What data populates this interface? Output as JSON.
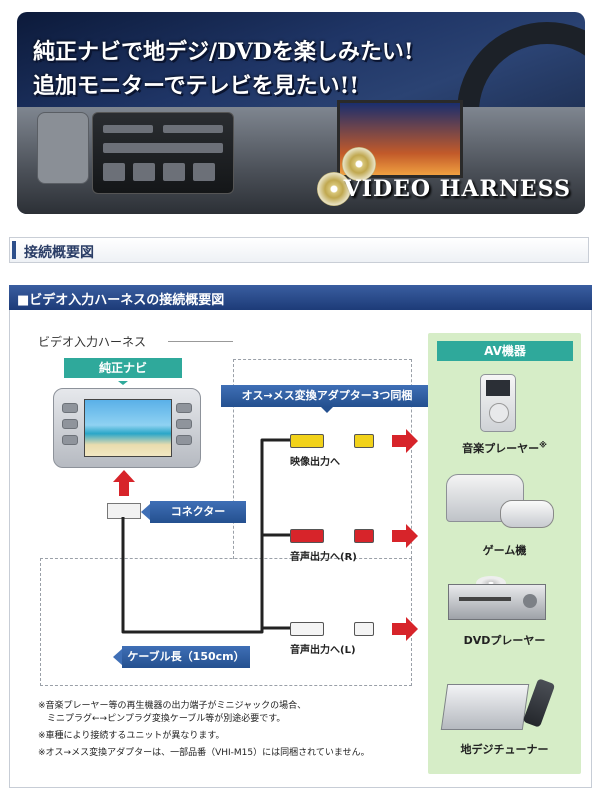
{
  "banner": {
    "title_line1": "純正ナビで地デジ/DVDを楽しみたい!",
    "title_line2": "追加モニターでテレビを見たい!!",
    "brand": "VIDEO HARNESS"
  },
  "section_heading": "接続概要図",
  "diagram": {
    "header": "■ビデオ入力ハーネスの接続概要図",
    "harness_label": "ビデオ入力ハーネス",
    "navi_label": "純正ナビ",
    "adapter_label": "オス→メス変換アダプター3つ同梱",
    "connector_label": "コネクター",
    "cable_label": "ケーブル長（150cm）",
    "outputs": [
      {
        "label": "映像出力へ",
        "color": "#f2d21a"
      },
      {
        "label": "音声出力へ(R)",
        "color": "#d7242a"
      },
      {
        "label": "音声出力へ(L)",
        "color": "#ffffff"
      }
    ],
    "av_header": "AV機器",
    "devices": [
      {
        "label": "音楽プレーヤー",
        "mark": "※",
        "icon": "music-player-icon"
      },
      {
        "label": "ゲーム機",
        "icon": "game-console-icon"
      },
      {
        "label": "DVDプレーヤー",
        "icon": "dvd-player-icon"
      },
      {
        "label": "地デジチューナー",
        "icon": "digital-tuner-icon"
      }
    ],
    "notes": [
      "※音楽プレーヤー等の再生機器の出力端子がミニジャックの場合、",
      "　ミニプラグ←→ピンプラグ変換ケーブル等が別途必要です。",
      "※車種により接続するユニットが異なります。",
      "※オス→メス変換アダプターは、一部品番（VHI-M15）には同梱されていません。"
    ]
  }
}
